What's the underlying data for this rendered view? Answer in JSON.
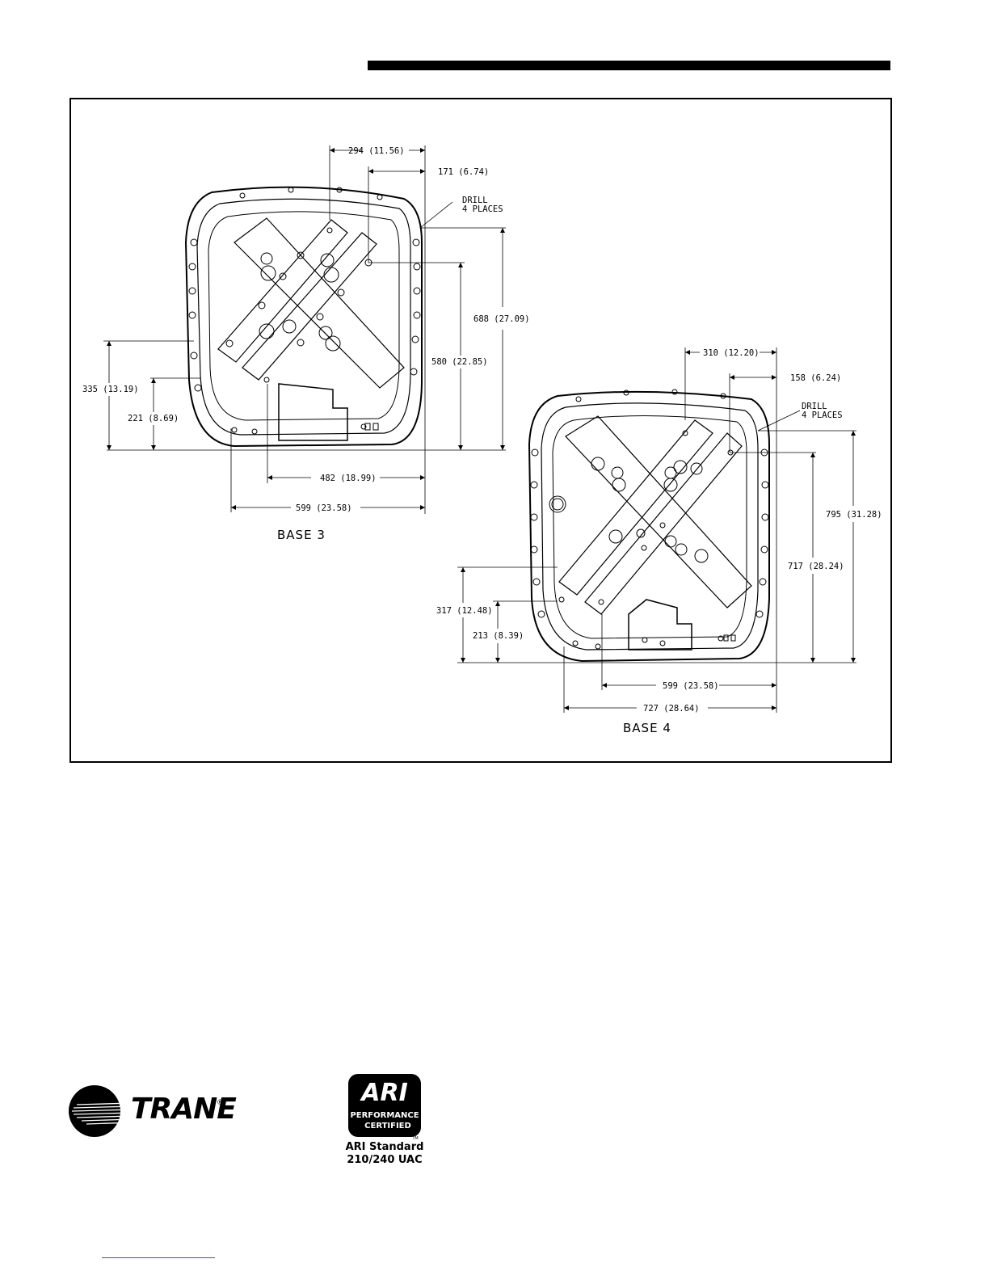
{
  "drawing": {
    "base3": {
      "label": "BASE 3",
      "dims": {
        "top_294": "294 (11.56)",
        "top_171": "171 (6.74)",
        "drill": "DRILL",
        "drill_places": "4 PLACES",
        "right_688": "688 (27.09)",
        "right_580": "580 (22.85)",
        "left_335": "335 (13.19)",
        "left_221": "221 (8.69)",
        "bottom_482": "482 (18.99)",
        "bottom_599": "599 (23.58)"
      }
    },
    "base4": {
      "label": "BASE 4",
      "dims": {
        "top_310": "310 (12.20)",
        "top_158": "158 (6.24)",
        "drill": "DRILL",
        "drill_places": "4 PLACES",
        "right_795": "795 (31.28)",
        "right_717": "717 (28.24)",
        "left_317": "317 (12.48)",
        "left_213": "213 (8.39)",
        "bottom_599": "599 (23.58)",
        "bottom_727": "727 (28.64)"
      }
    }
  },
  "footer": {
    "brand": "TRANE",
    "reg_mark": "®",
    "ari_badge": {
      "logo_text": "ARI",
      "line1": "PERFORMANCE",
      "line2": "CERTIFIED",
      "tm": "TM"
    },
    "ari_standard_line1": "ARI Standard",
    "ari_standard_line2": "210/240 UAC"
  }
}
